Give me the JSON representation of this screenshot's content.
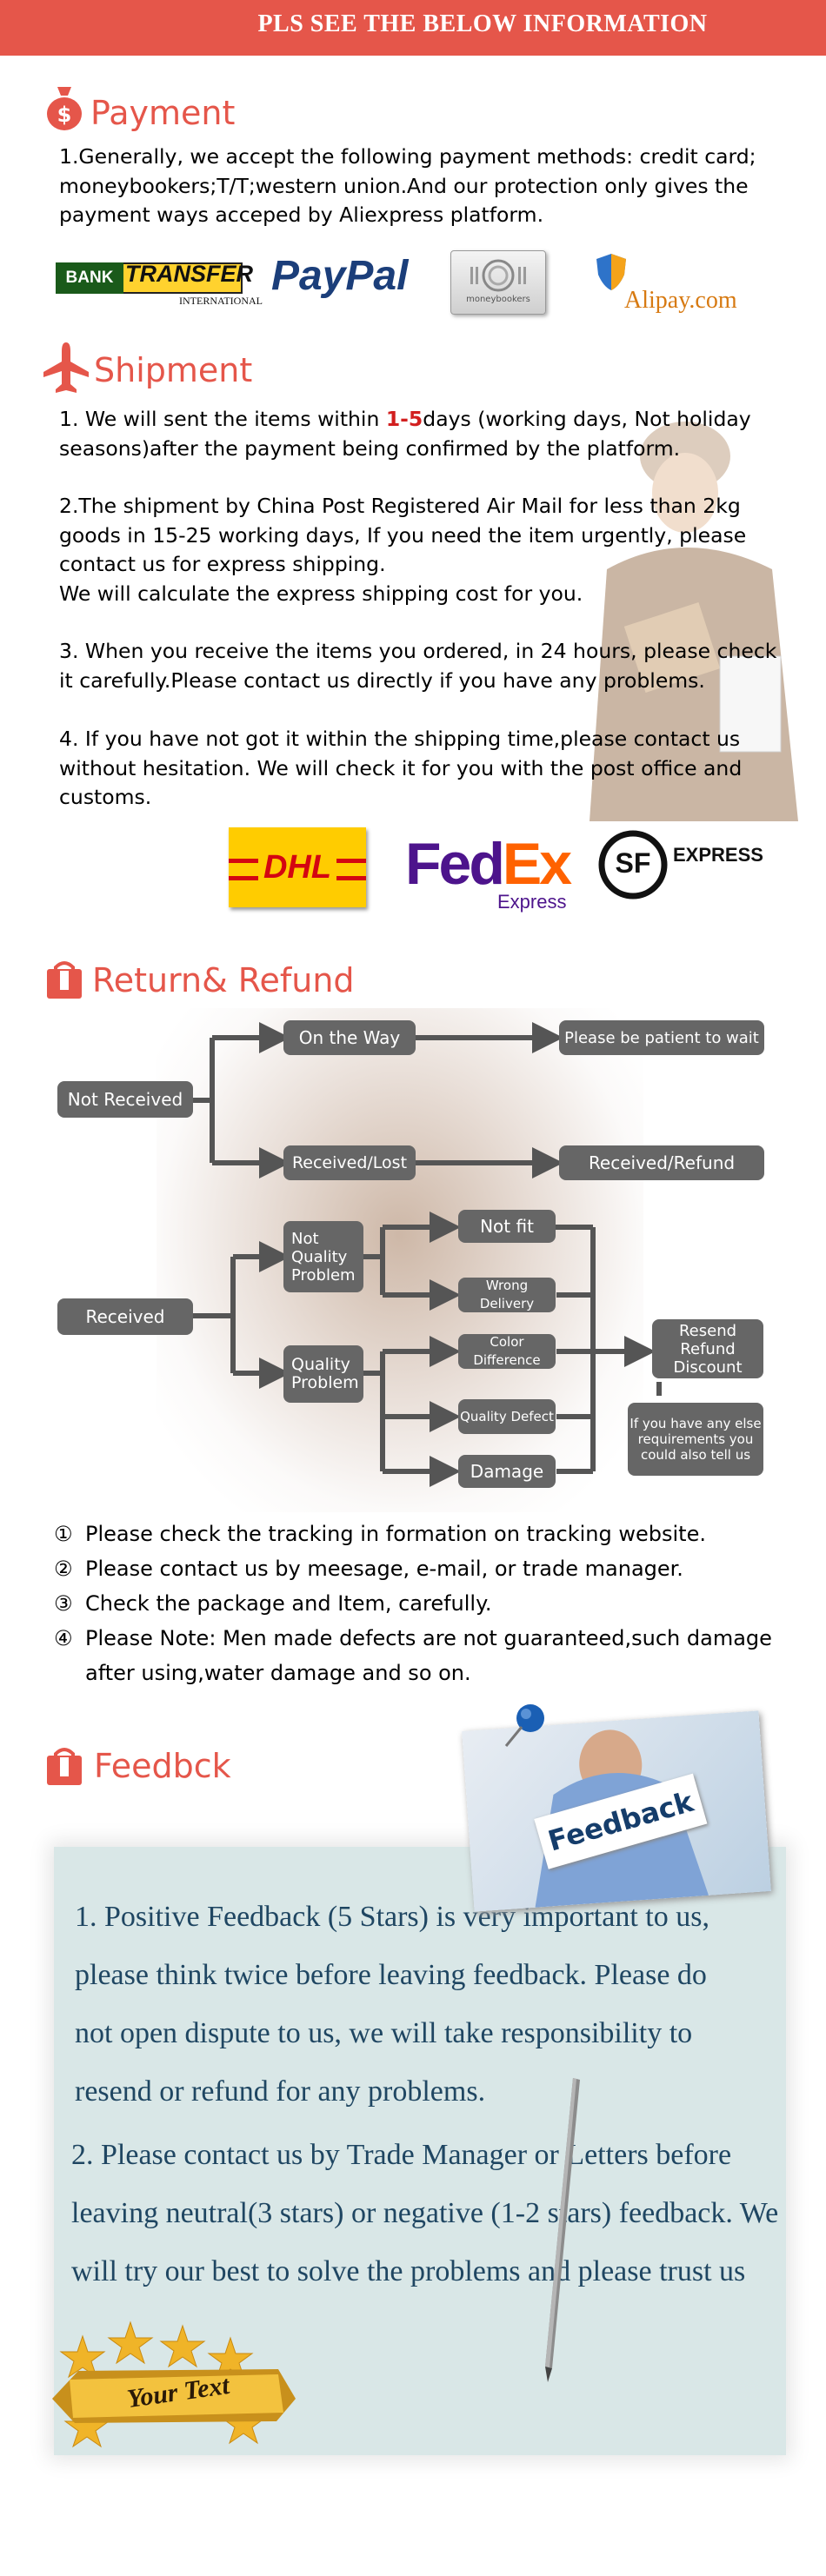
{
  "banner": {
    "text": "PLS SEE THE BELOW INFORMATION"
  },
  "payment": {
    "title": "Payment",
    "text": "1.Generally, we accept the following payment methods: credit card;\nmoneybookers;T/T;western union.And our protection only gives the\npayment ways acceped by Aliexpress platform.",
    "logos": {
      "bank_top": "BANK",
      "bank_transfer": "TRANSFER",
      "bank_intl": "INTERNATIONAL",
      "paypal": "PayPal",
      "moneybookers": "moneybookers",
      "alipay": "Alipay.com"
    }
  },
  "shipment": {
    "title": "Shipment",
    "p1_a": "1. We will sent the items within ",
    "p1_red": "1-5",
    "p1_b": "days (working days, Not holiday",
    "p1_c": "seasons)after the payment being confirmed by the platform.",
    "p2": "2.The shipment by China Post Registered Air Mail for less than  2kg\ngoods in 15-25 working days, If  you need the item urgently, please\ncontact us for express shipping.\nWe will calculate the express shipping cost for you.",
    "p3": "3. When you receive the items you ordered, in 24 hours, please check\n it carefully.Please contact us directly if you have any problems.",
    "p4": "4. If you have not got it within the shipping time,please contact us\nwithout hesitation. We will check it for you with the post office and\ncustoms.",
    "logos": {
      "dhl": "DHL",
      "fedex_fed": "Fed",
      "fedex_ex": "Ex",
      "fedex_sub": "Express",
      "sf": "SF",
      "sf_express": "EXPRESS"
    }
  },
  "refund": {
    "title": "Return& Refund",
    "flow": {
      "not_received": "Not Received",
      "on_the_way": "On the Way",
      "be_patient": "Please be patient to wait",
      "received_lost": "Received/Lost",
      "received_refund": "Received/Refund",
      "received": "Received",
      "not_quality": "Not\nQuality\nProblem",
      "quality": "Quality\nProblem",
      "not_fit": "Not fit",
      "wrong_delivery": "Wrong Delivery",
      "color_difference": "Color Difference",
      "quality_defect": "Quality Defect",
      "damage": "Damage",
      "resend": "Resend\nRefund\nDiscount",
      "else_req": "If you have any else\nrequirements you\ncould also tell us"
    },
    "list": [
      {
        "num": "①",
        "text": "Please check the tracking in formation on tracking website."
      },
      {
        "num": "②",
        "text": "Please contact us by meesage, e-mail, or trade manager."
      },
      {
        "num": "③",
        "text": "Check the package and Item, carefully."
      },
      {
        "num": "④",
        "text": "Please Note: Men made defects  are not guaranteed,such damage\nafter using,water damage and so on."
      }
    ]
  },
  "feedback": {
    "title": "Feedbck",
    "card": "Feedback",
    "p1": "1. Positive Feedback (5 Stars) is very important to us,\nplease think twice before leaving feedback. Please do\nnot open dispute to us,   we will take responsibility to\nresend or refund for any problems.",
    "p2": "2. Please contact us by Trade Manager or Letters before\nleaving neutral(3 stars) or negative (1-2 stars) feedback. We\nwill try our best to solve the problems and please trust us",
    "badge": "Your Text"
  },
  "colors": {
    "accent": "#e5564a",
    "box": "#666666",
    "arrow": "#555555",
    "note_bg": "#d8e6e6",
    "fb_text": "#1f4662"
  }
}
